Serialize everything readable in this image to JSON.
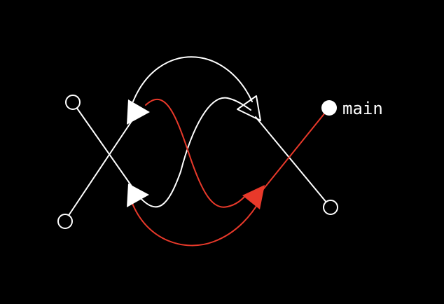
{
  "diagram": {
    "label_main": "main",
    "colors": {
      "background": "#000000",
      "primary": "#ffffff",
      "highlight": "#e8392a"
    },
    "nodes": [
      {
        "id": "top-left",
        "style": "hollow"
      },
      {
        "id": "bottom-left",
        "style": "hollow"
      },
      {
        "id": "bottom-right",
        "style": "hollow"
      },
      {
        "id": "main",
        "style": "filled",
        "label": "main"
      }
    ],
    "arrows": [
      {
        "id": "upper-left-arrow",
        "color": "primary",
        "style": "filled"
      },
      {
        "id": "lower-left-arrow",
        "color": "primary",
        "style": "filled"
      },
      {
        "id": "upper-right-arrow",
        "color": "primary",
        "style": "hollow"
      },
      {
        "id": "lower-right-arrow",
        "color": "highlight",
        "style": "filled"
      }
    ]
  }
}
